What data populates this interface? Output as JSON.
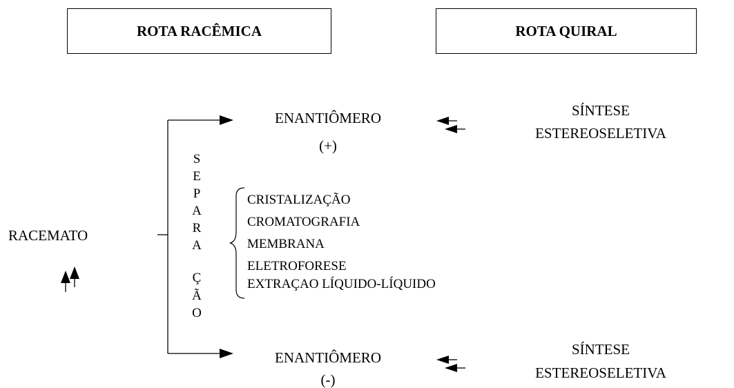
{
  "header": {
    "left_title": "ROTA RACÊMICA",
    "right_title": "ROTA QUIRAL"
  },
  "racemate": {
    "label": "RACEMATO"
  },
  "enantiomer_plus": {
    "name": "ENANTIÔMERO",
    "sign": "(+)"
  },
  "enantiomer_minus": {
    "name": "ENANTIÔMERO",
    "sign": "(-)"
  },
  "synthesis_top": {
    "line1": "SÍNTESE",
    "line2": "ESTEREOSELETIVA"
  },
  "synthesis_bottom": {
    "line1": "SÍNTESE",
    "line2": "ESTEREOSELETIVA"
  },
  "separation_letters": [
    "S",
    "E",
    "P",
    "A",
    "R",
    "A",
    "Ç",
    "Ã",
    "O"
  ],
  "methods": [
    "CRISTALIZAÇÃO",
    "CROMATOGRAFIA",
    "MEMBRANA",
    "ELETROFORESE",
    "EXTRAÇAO LÍQUIDO-LÍQUIDO"
  ]
}
